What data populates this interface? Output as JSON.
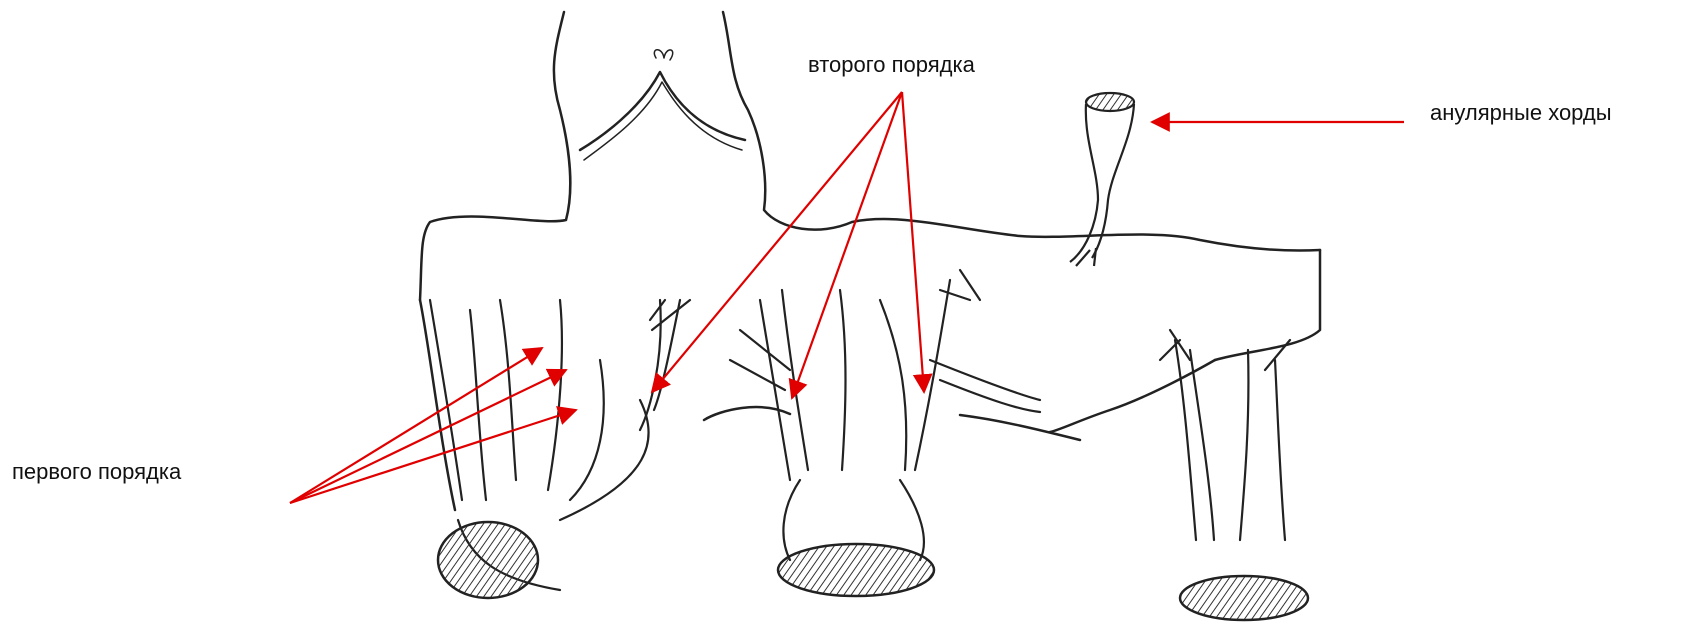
{
  "labels": {
    "second_order": "второго порядка",
    "annular_chords": "анулярные хорды",
    "first_order": "первого порядка"
  },
  "colors": {
    "arrow": "#e00000",
    "ink": "#222222",
    "hatch": "#333333",
    "background": "#ffffff"
  }
}
